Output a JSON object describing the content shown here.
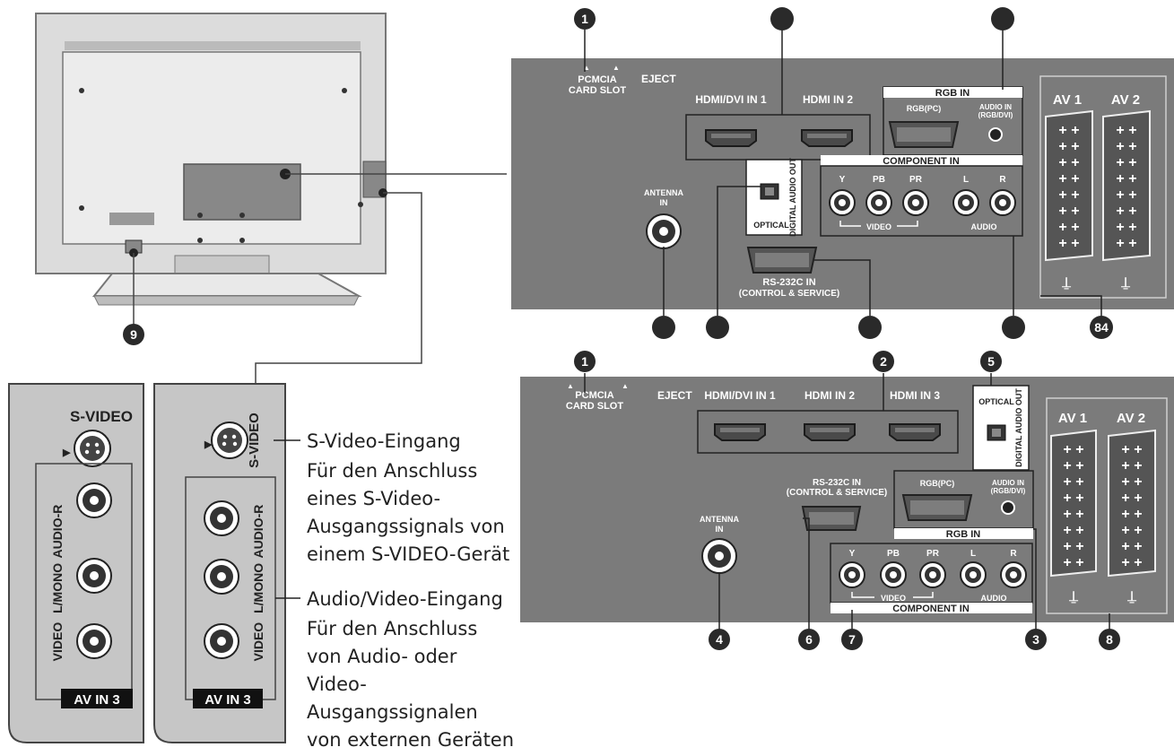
{
  "panel_top": {
    "pcmcia": "PCMCIA",
    "card_slot": "CARD SLOT",
    "eject": "EJECT",
    "hdmi_dvi_in_1": "HDMI/DVI IN 1",
    "hdmi_in_2": "HDMI IN 2",
    "rgb_in": "RGB IN",
    "rgb_pc": "RGB(PC)",
    "audio_in": "AUDIO IN",
    "audio_in_sub": "(RGB/DVI)",
    "component_in": "COMPONENT IN",
    "y": "Y",
    "pb": "PB",
    "pr": "PR",
    "l": "L",
    "r": "R",
    "video": "VIDEO",
    "audio": "AUDIO",
    "digital_audio_out": "DIGITAL AUDIO OUT",
    "optical": "OPTICAL",
    "antenna": "ANTENNA",
    "antenna_in": "IN",
    "rs232c": "RS-232C IN",
    "control_service": "(CONTROL & SERVICE)",
    "av1": "AV 1",
    "av2": "AV 2",
    "callout_1": "1",
    "callout_84": "84"
  },
  "panel_bottom": {
    "pcmcia": "PCMCIA",
    "card_slot": "CARD SLOT",
    "eject": "EJECT",
    "hdmi_dvi_in_1": "HDMI/DVI IN 1",
    "hdmi_in_2": "HDMI IN 2",
    "hdmi_in_3": "HDMI IN 3",
    "optical": "OPTICAL",
    "digital_audio_out": "DIGITAL AUDIO OUT",
    "rs232c": "RS-232C IN",
    "control_service": "(CONTROL & SERVICE)",
    "rgb_pc": "RGB(PC)",
    "audio_in": "AUDIO IN",
    "audio_in_sub": "(RGB/DVI)",
    "rgb_in": "RGB IN",
    "antenna": "ANTENNA",
    "antenna_in": "IN",
    "y": "Y",
    "pb": "PB",
    "pr": "PR",
    "l": "L",
    "r": "R",
    "video": "VIDEO",
    "audio": "AUDIO",
    "component_in": "COMPONENT IN",
    "av1": "AV 1",
    "av2": "AV 2",
    "callouts": [
      "1",
      "2",
      "3",
      "4",
      "5",
      "6",
      "7",
      "8"
    ]
  },
  "tv_back": {
    "callout_9": "9"
  },
  "side_panels": {
    "s_video": "S-VIDEO",
    "audio_r": "AUDIO-R",
    "l_mono": "L/MONO",
    "video": "VIDEO",
    "av_in_3": "AV IN 3"
  },
  "descriptions": {
    "svideo_title": "S-Video-Eingang",
    "svideo_lines": [
      "Für den Anschluss",
      "eines S-Video-",
      "Ausgangssignals von",
      "einem S-VIDEO-Gerät"
    ],
    "av_title": "Audio/Video-Eingang",
    "av_lines": [
      "Für den Anschluss",
      "von Audio- oder",
      "Video-",
      "Ausgangssignalen",
      "von externen Geräten"
    ]
  },
  "colors": {
    "panel": "#7b7b7b",
    "dark": "#2a2a2a",
    "tv_body": "#e6e6e6",
    "white": "#ffffff"
  }
}
